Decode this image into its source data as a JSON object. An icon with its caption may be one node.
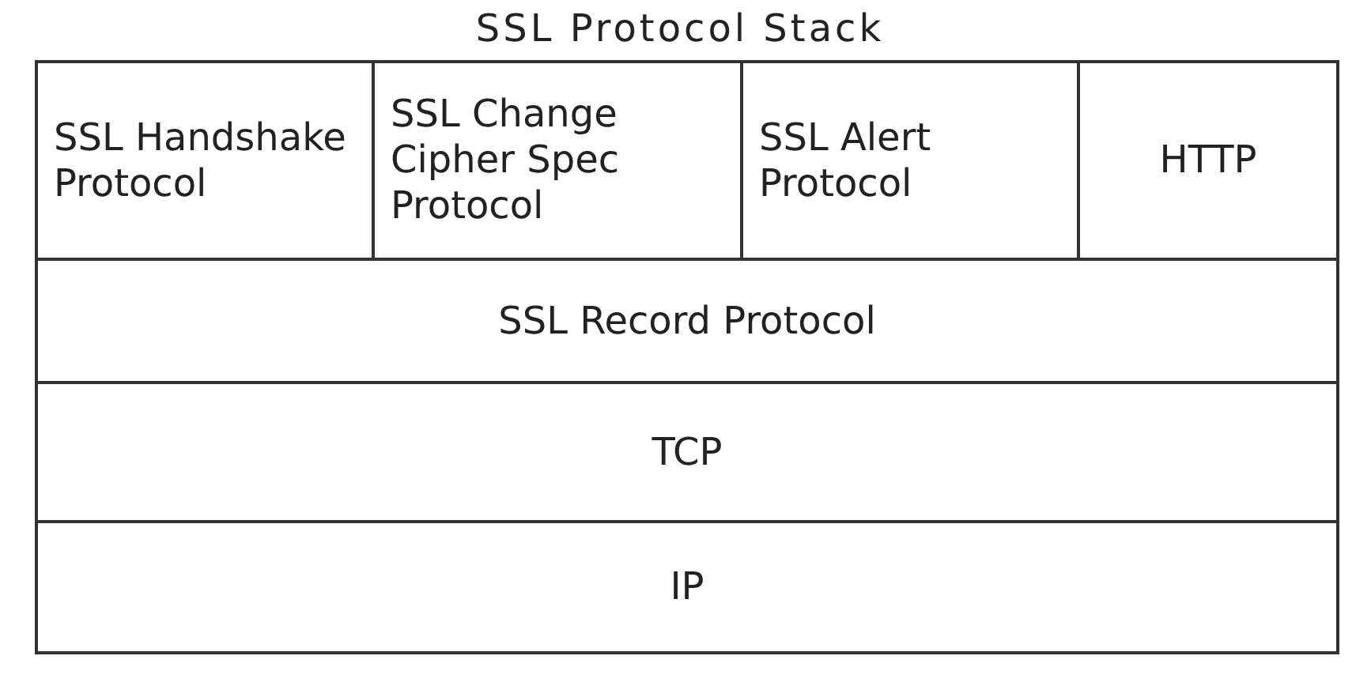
{
  "diagram": {
    "title": "SSL Protocol Stack",
    "nodes": [
      {
        "text": [
          "SSL Handshake Protocol"
        ]
      },
      {
        "text": [
          "SSL Change Cipher Spec Protocol"
        ]
      },
      {
        "text": [
          "SSL Alert Protocol"
        ]
      },
      {
        "text": [
          "HTTP"
        ]
      },
      {
        "text": [
          "SSL Record Protocol"
        ]
      },
      {
        "text": [
          "TCP"
        ]
      },
      {
        "text": [
          "IP"
        ]
      }
    ]
  }
}
